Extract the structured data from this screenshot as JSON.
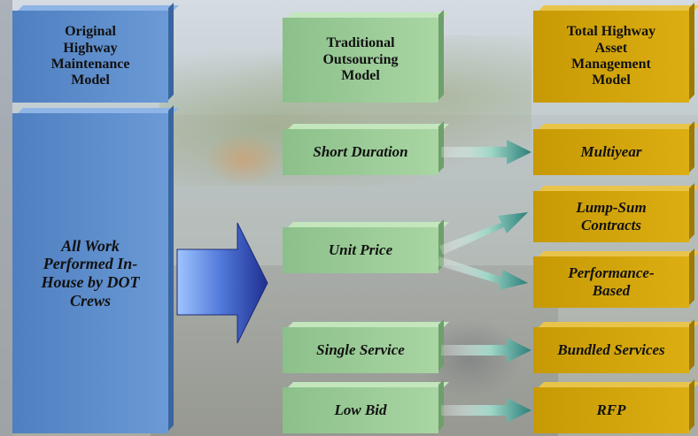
{
  "columns": {
    "original": {
      "header": "Original Highway Maintenance Model",
      "body": "All Work Performed In-House by DOT Crews"
    },
    "traditional": {
      "header": "Traditional Outsourcing Model",
      "items": [
        "Short Duration",
        "Unit Price",
        "Single Service",
        "Low Bid"
      ]
    },
    "total": {
      "header": "Total Highway Asset Management Model",
      "items": [
        "Multiyear",
        "Lump-Sum Contracts",
        "Performance-Based",
        "Bundled Services",
        "RFP"
      ]
    }
  },
  "colors": {
    "blue": "#5b8bcb",
    "green": "#99c995",
    "gold": "#d1a40b",
    "arrow_navy": "#1f2f8f",
    "arrow_teal": "#2a7f7a"
  },
  "mappings": [
    {
      "from": "Short Duration",
      "to": "Multiyear"
    },
    {
      "from": "Unit Price",
      "to": "Lump-Sum Contracts"
    },
    {
      "from": "Unit Price",
      "to": "Performance-Based"
    },
    {
      "from": "Single Service",
      "to": "Bundled Services"
    },
    {
      "from": "Low Bid",
      "to": "RFP"
    }
  ]
}
